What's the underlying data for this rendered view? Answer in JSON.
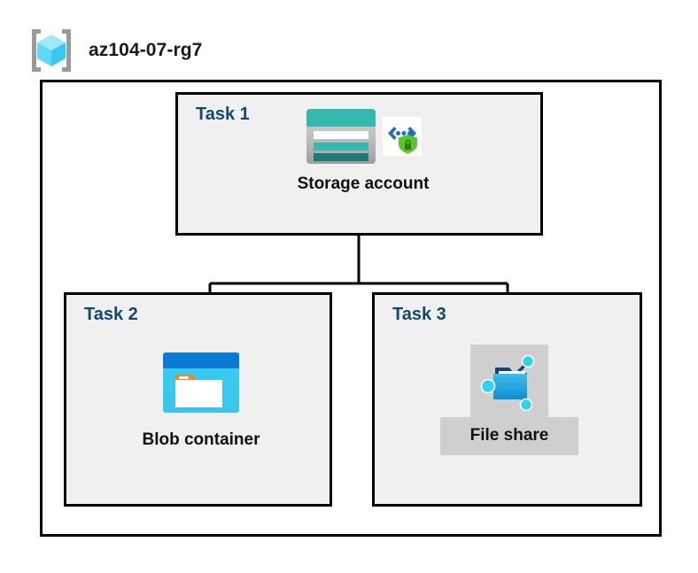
{
  "resource_group": {
    "name": "az104-07-rg7",
    "icon": "resource-group-cube-icon"
  },
  "diagram": {
    "type": "hierarchy",
    "root": "Storage account",
    "children": [
      "Blob container",
      "File share"
    ]
  },
  "tasks": [
    {
      "id": "task-1",
      "label": "Task 1",
      "node_caption": "Storage account",
      "icons": [
        "storage-account-icon",
        "secure-shield-lock-icon"
      ],
      "selected": false
    },
    {
      "id": "task-2",
      "label": "Task 2",
      "node_caption": "Blob container",
      "icons": [
        "blob-container-icon"
      ],
      "selected": false
    },
    {
      "id": "task-3",
      "label": "Task 3",
      "node_caption": "File share",
      "icons": [
        "file-share-icon"
      ],
      "selected": true
    }
  ],
  "colors": {
    "task_label": "#12496f",
    "box_fill": "#f0f0f0",
    "box_border": "#000000",
    "canvas": "#ffffff",
    "selection_highlight": "#cfcfcf",
    "storage_teal": "#37b8ae",
    "storage_teal_dark": "#1f7a72",
    "shield_green": "#5ac52d",
    "blob_blue_header": "#0a7ad4",
    "blob_cyan": "#32c7f0",
    "folder_orange": "#f5891f",
    "file_share_blue": "#32a8e0",
    "node_cyan": "#31d2f2",
    "cube_cyan": "#41d6f5",
    "bracket_gray": "#9a9a9a"
  }
}
